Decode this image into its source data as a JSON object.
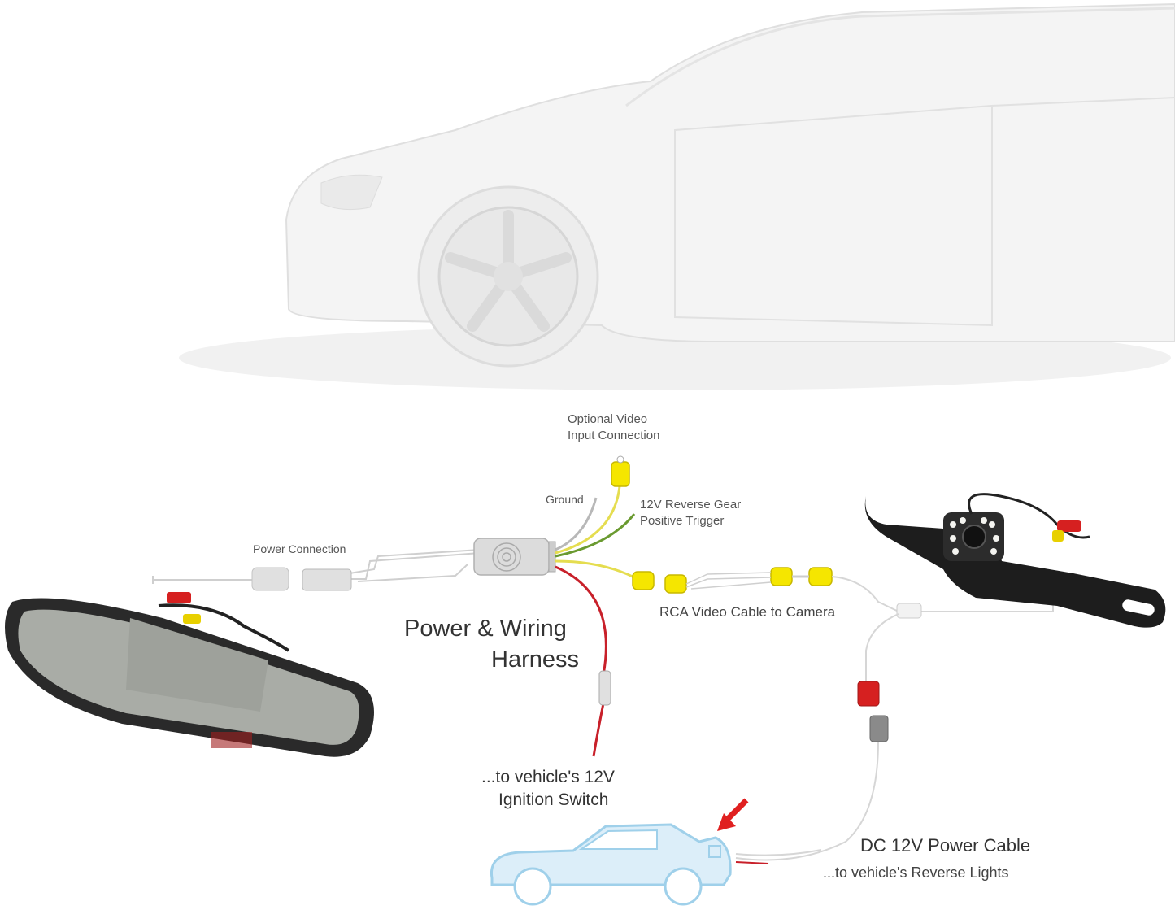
{
  "labels": {
    "optional_video_line1": "Optional Video",
    "optional_video_line2": "Input Connection",
    "ground": "Ground",
    "reverse_gear_line1": "12V Reverse Gear",
    "reverse_gear_line2": "Positive Trigger",
    "power_connection": "Power Connection",
    "harness_line1": "Power & Wiring",
    "harness_line2": "Harness",
    "rca_cable": "RCA Video Cable to Camera",
    "ignition_line1": "...to vehicle's 12V",
    "ignition_line2": "Ignition Switch",
    "dc_power": "DC 12V Power Cable",
    "reverse_lights": "...to vehicle's Reverse Lights"
  },
  "colors": {
    "video_wire": "#f2e600",
    "power_wire": "#c8202a",
    "trigger_wire": "#6a9a30",
    "ground_wire": "#b8b8b8",
    "car_outline": "#9fd0ea",
    "arrow": "#e02020"
  }
}
